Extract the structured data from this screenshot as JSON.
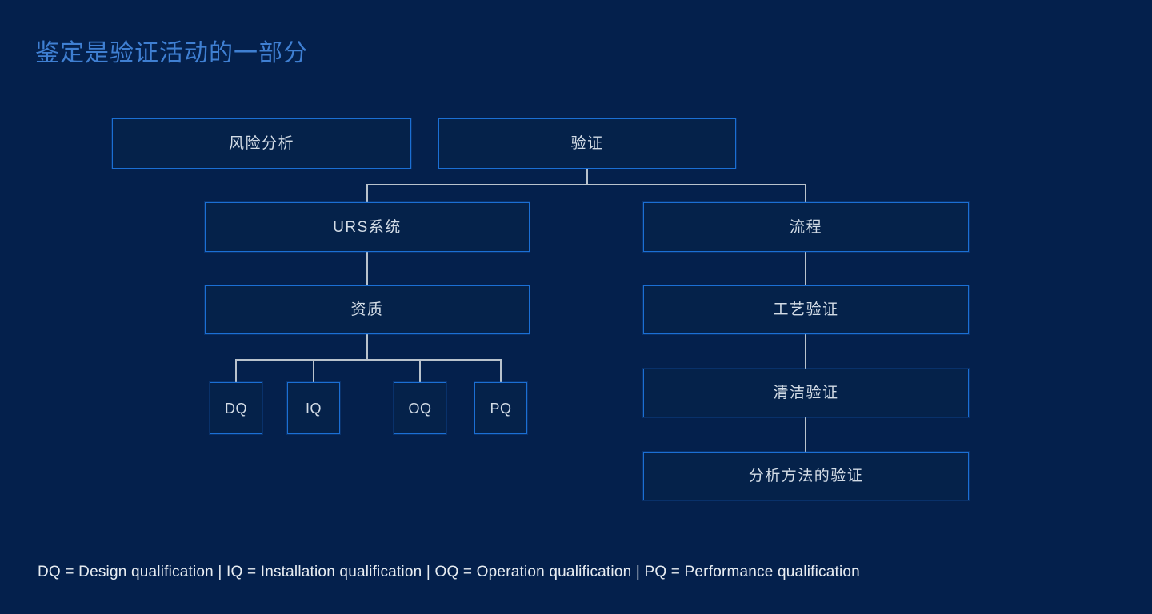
{
  "slide": {
    "title": "鉴定是验证活动的一部分",
    "background_color": "#04204c",
    "title_color": "#3f7fd2",
    "box_border_color": "#1b6fd4",
    "box_fill_color": "#05224a",
    "box_text_color": "#d3dce6",
    "connector_color": "#b9c2cc",
    "legend_color": "#e8edf2"
  },
  "diagram": {
    "type": "tree",
    "roots": [
      {
        "id": "risk",
        "label": "风险分析"
      },
      {
        "id": "validation",
        "label": "验证"
      }
    ],
    "level2": [
      {
        "id": "urs",
        "label": "URS系统",
        "parent": "validation"
      },
      {
        "id": "process",
        "label": "流程",
        "parent": "validation"
      }
    ],
    "level3": [
      {
        "id": "qualification",
        "label": "资质",
        "parent": "urs"
      },
      {
        "id": "process_validation",
        "label": "工艺验证",
        "parent": "process"
      }
    ],
    "level4": [
      {
        "id": "cleaning_validation",
        "label": "清洁验证",
        "parent": "process_validation"
      }
    ],
    "level5": [
      {
        "id": "analytical_method_validation",
        "label": "分析方法的验证",
        "parent": "cleaning_validation"
      }
    ],
    "qualification_children": [
      {
        "id": "dq",
        "label": "DQ"
      },
      {
        "id": "iq",
        "label": "IQ"
      },
      {
        "id": "oq",
        "label": "OQ"
      },
      {
        "id": "pq",
        "label": "PQ"
      }
    ]
  },
  "legend": {
    "text": "DQ = Design qualification | IQ = Installation qualification | OQ = Operation qualification | PQ = Performance qualification",
    "entries": [
      {
        "abbr": "DQ",
        "meaning": "Design qualification"
      },
      {
        "abbr": "IQ",
        "meaning": "Installation qualification"
      },
      {
        "abbr": "OQ",
        "meaning": "Operation qualification"
      },
      {
        "abbr": "PQ",
        "meaning": "Performance qualification"
      }
    ]
  }
}
